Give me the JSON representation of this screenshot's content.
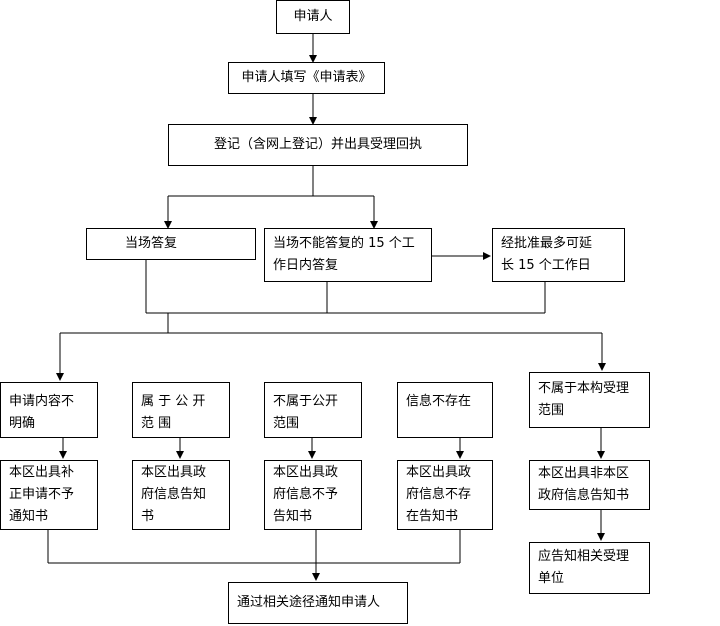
{
  "flow": {
    "applicant": "申请人",
    "fill_form": "申请人填写《申请表》",
    "register": "登记（含网上登记）并出具受理回执",
    "answer_now": "当场答复",
    "cannot_answer_now": "当场不能答复的 15 个工\n作日内答复",
    "extend": "经批准最多可延\n长 15 个工作日",
    "unclear": "申请内容不\n明确",
    "public_scope": "属 于 公 开\n范 围",
    "not_public": "不属于公开\n范围",
    "not_exist": "信息不存在",
    "not_this_org": "不属于本构受理\n范围",
    "notice_correct": "本区出具补\n正申请不予\n通知书",
    "notice_public": "本区出具政\n府信息告知\n书",
    "notice_not_public": "本区出具政\n府信息不予\n告知书",
    "notice_not_exist": "本区出具政\n府信息不存\n在告知书",
    "notice_non_org": "本区出具非本区\n政府信息告知书",
    "inform_other": "应告知相关受理\n单位",
    "notify_applicant": "通过相关途径通知申请人"
  }
}
